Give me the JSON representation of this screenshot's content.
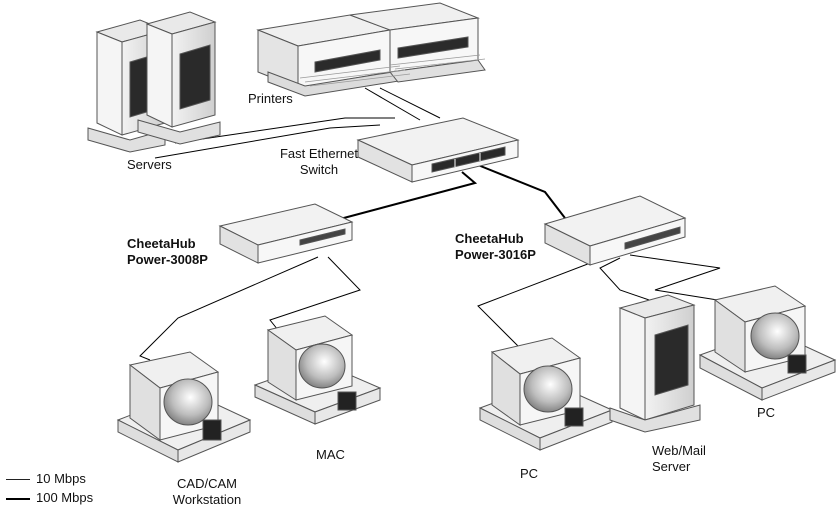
{
  "labels": {
    "printers": "Printers",
    "servers": "Servers",
    "switch_line1": "Fast Ethernet",
    "switch_line2": "Switch",
    "hub1_line1": "CheetaHub",
    "hub1_line2": "Power-3008P",
    "hub2_line1": "CheetaHub",
    "hub2_line2": "Power-3016P",
    "mac": "MAC",
    "cad_line1": "CAD/CAM",
    "cad_line2": "Workstation",
    "pc_left": "PC",
    "web_line1": "Web/Mail",
    "web_line2": "Server",
    "pc_right": "PC"
  },
  "legend": [
    {
      "style": "thin",
      "label": "10 Mbps"
    },
    {
      "style": "thick",
      "label": "100 Mbps"
    }
  ]
}
